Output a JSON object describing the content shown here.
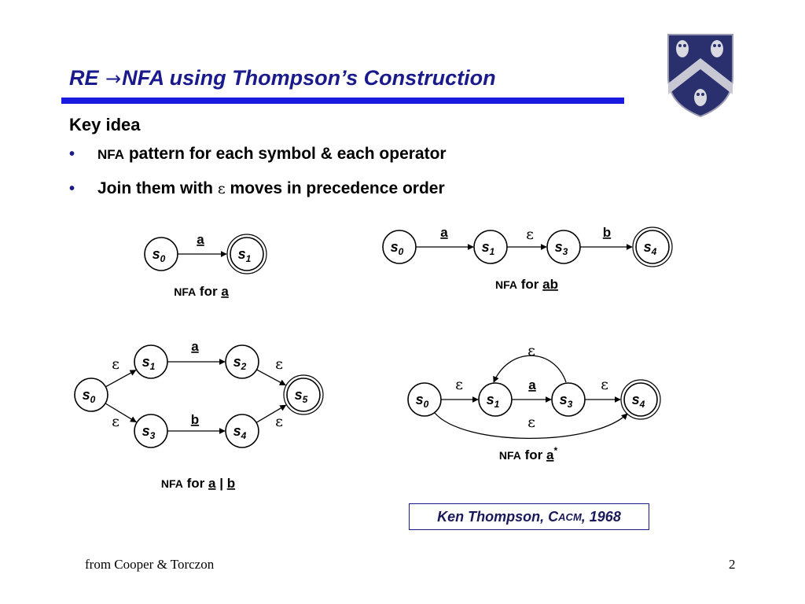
{
  "slide": {
    "title_pre": "RE ",
    "title_arrow": "→",
    "title_post": "NFA using Thompson’s Construction",
    "key_idea": "Key idea",
    "bullets": [
      {
        "marker": "•",
        "small": "NFA",
        "text": " pattern for each symbol & each operator"
      },
      {
        "marker": "•",
        "text_pre": "Join them with ",
        "epsilon": "ε",
        "text_post": " moves in precedence order"
      }
    ],
    "citation": {
      "pre": "Ken Thompson, C",
      "small_caps": "ACM",
      "post": ", 1968"
    },
    "footer_left": "from Cooper & Torczon",
    "page_number": "2"
  },
  "diagrams": {
    "nfa_a": {
      "states": [
        "s0",
        "s1"
      ],
      "accepting": [
        "s1"
      ],
      "transitions": [
        {
          "from": "s0",
          "to": "s1",
          "label": "a"
        }
      ],
      "caption": {
        "prefix": "NFA",
        "for": " for ",
        "expr": "a"
      }
    },
    "nfa_ab": {
      "states": [
        "s0",
        "s1",
        "s3",
        "s4"
      ],
      "accepting": [
        "s4"
      ],
      "transitions": [
        {
          "from": "s0",
          "to": "s1",
          "label": "a"
        },
        {
          "from": "s1",
          "to": "s3",
          "label": "ε"
        },
        {
          "from": "s3",
          "to": "s4",
          "label": "b"
        }
      ],
      "caption": {
        "prefix": "NFA",
        "for": " for ",
        "expr": "ab"
      }
    },
    "nfa_a_or_b": {
      "states": [
        "s0",
        "s1",
        "s2",
        "s3",
        "s4",
        "s5"
      ],
      "accepting": [
        "s5"
      ],
      "transitions": [
        {
          "from": "s0",
          "to": "s1",
          "label": "ε"
        },
        {
          "from": "s1",
          "to": "s2",
          "label": "a"
        },
        {
          "from": "s2",
          "to": "s5",
          "label": "ε"
        },
        {
          "from": "s0",
          "to": "s3",
          "label": "ε"
        },
        {
          "from": "s3",
          "to": "s4",
          "label": "b"
        },
        {
          "from": "s4",
          "to": "s5",
          "label": "ε"
        }
      ],
      "caption": {
        "prefix": "NFA",
        "for": " for ",
        "expr1": "a",
        "sep": " | ",
        "expr2": "b"
      }
    },
    "nfa_a_star": {
      "states": [
        "s0",
        "s1",
        "s3",
        "s4"
      ],
      "accepting": [
        "s4"
      ],
      "transitions": [
        {
          "from": "s0",
          "to": "s1",
          "label": "ε"
        },
        {
          "from": "s1",
          "to": "s3",
          "label": "a"
        },
        {
          "from": "s3",
          "to": "s4",
          "label": "ε"
        },
        {
          "from": "s3",
          "to": "s1",
          "label": "ε"
        },
        {
          "from": "s0",
          "to": "s4",
          "label": "ε"
        }
      ],
      "caption": {
        "prefix": "NFA",
        "for": " for ",
        "expr": "a",
        "sup": "*"
      }
    }
  },
  "colors": {
    "title": "#1a1a8c",
    "rule": "#1a1ae0",
    "shield": "#2a2f6e",
    "chevron": "#c8c8d4"
  }
}
